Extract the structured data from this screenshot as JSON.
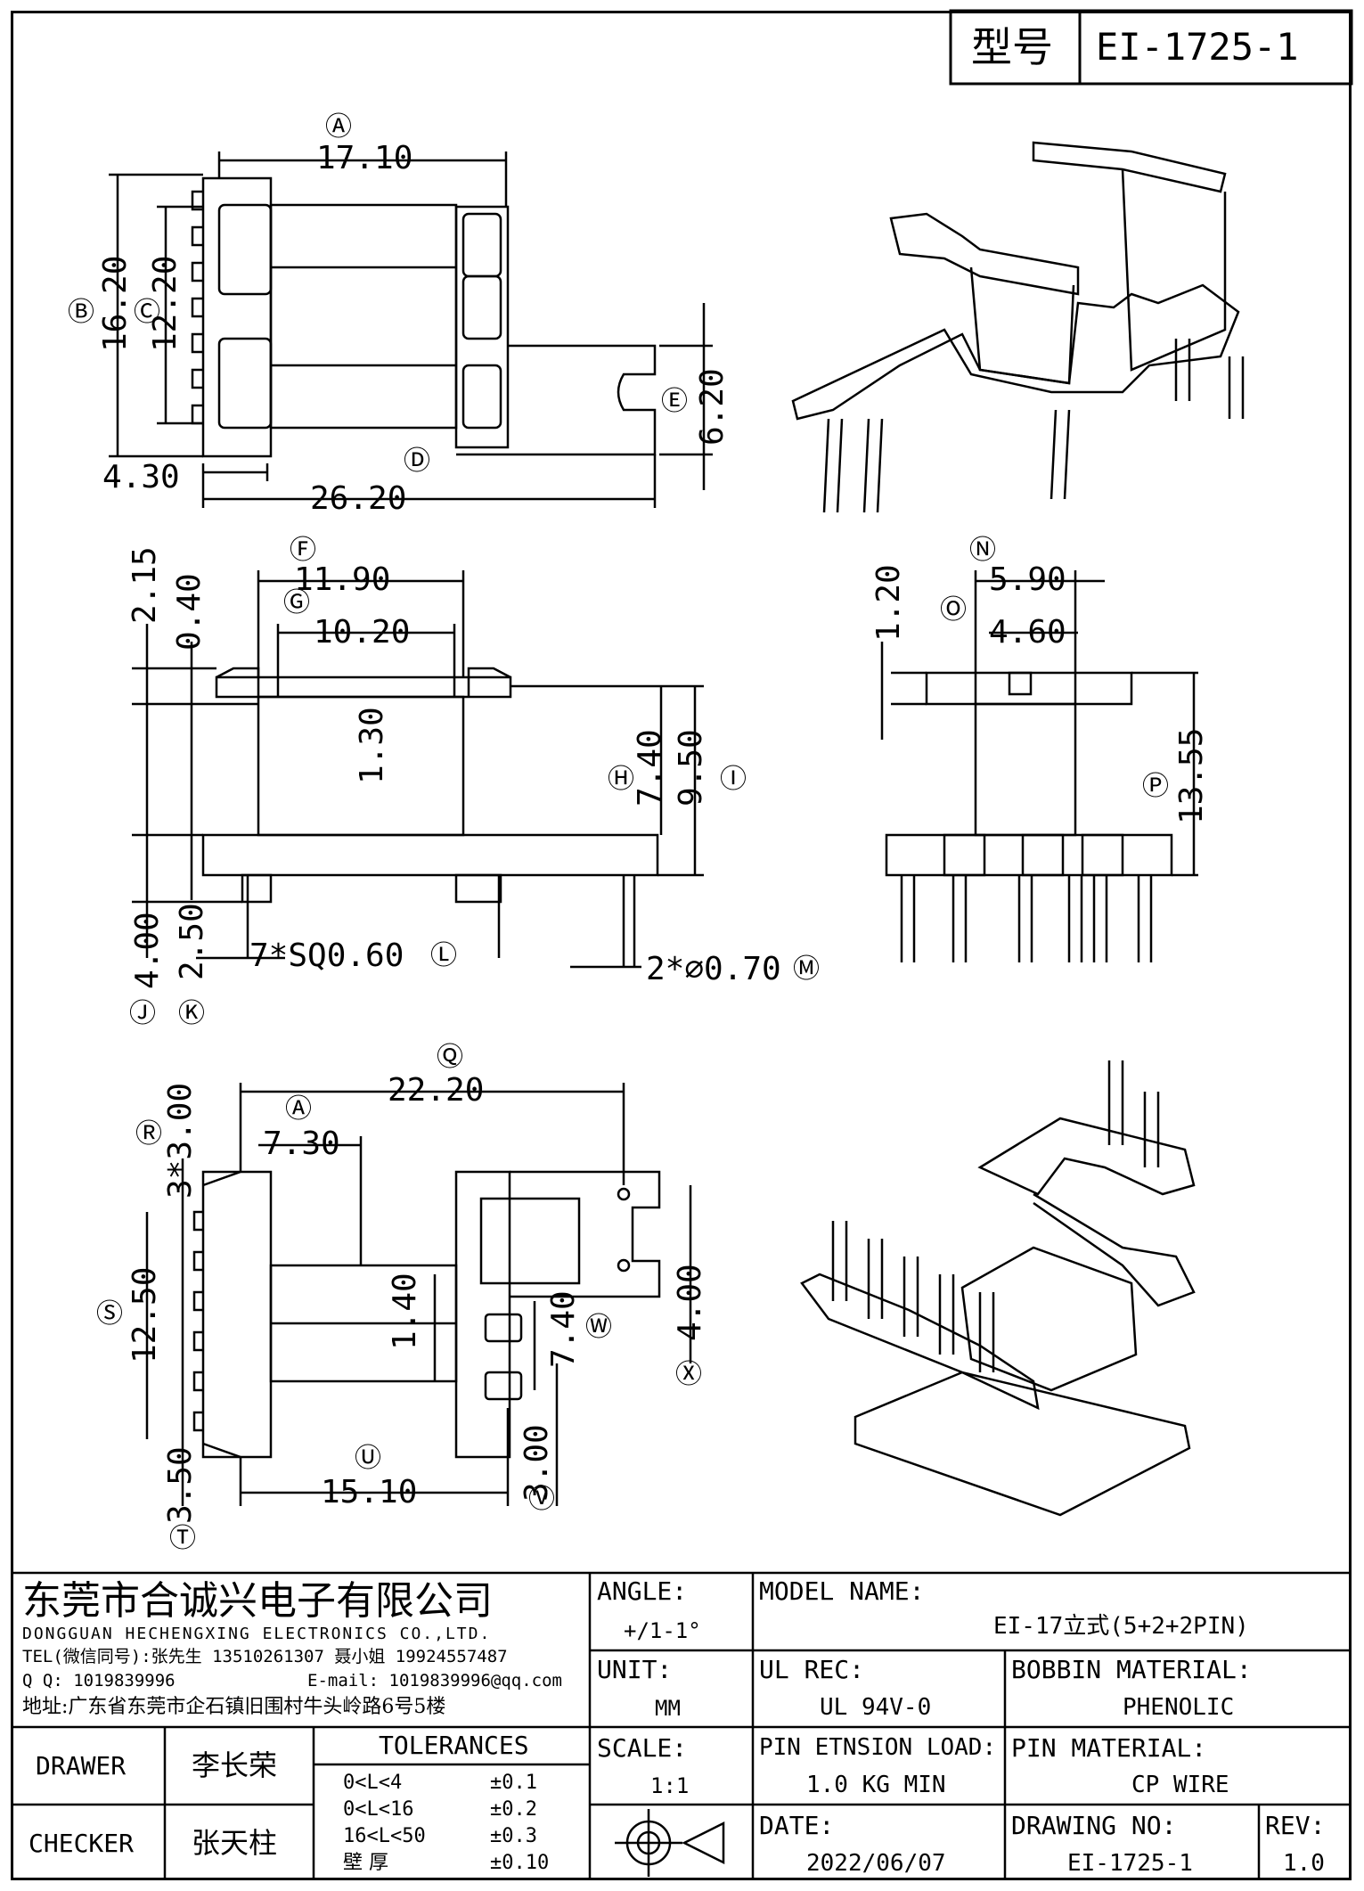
{
  "header": {
    "label": "型号",
    "model": "EI-1725-1"
  },
  "dimensions": {
    "top_view": {
      "A": "17.10",
      "B": "16.20",
      "C": "12.20",
      "D": "26.20",
      "E": "6.20",
      "offset": "4.30"
    },
    "front_view": {
      "F": "11.90",
      "G": "10.20",
      "H": "7.40",
      "I": "9.50",
      "J": "4.00",
      "K": "2.50",
      "top1": "2.15",
      "top2": "0.40",
      "mid": "1.30",
      "L": "7*SQ0.60",
      "M": "2*⌀0.70"
    },
    "side_view": {
      "N": "5.90",
      "O": "4.60",
      "P": "13.55",
      "top": "1.20"
    },
    "bottom_view": {
      "Q": "22.20",
      "A": "7.30",
      "R": "3*3.00",
      "S": "12.50",
      "T": "3.50",
      "U": "15.10",
      "V": "3.00",
      "W": "7.40",
      "X": "4.00",
      "mid": "1.40"
    },
    "markers": {
      "A": "Ⓐ",
      "B": "Ⓑ",
      "C": "Ⓒ",
      "D": "Ⓓ",
      "E": "Ⓔ",
      "F": "Ⓕ",
      "G": "Ⓖ",
      "H": "Ⓗ",
      "I": "Ⓘ",
      "J": "Ⓙ",
      "K": "Ⓚ",
      "L": "Ⓛ",
      "M": "Ⓜ",
      "N": "Ⓝ",
      "O": "Ⓞ",
      "P": "Ⓟ",
      "Q": "Ⓠ",
      "R": "Ⓡ",
      "S": "Ⓢ",
      "T": "Ⓣ",
      "U": "Ⓤ",
      "V": "Ⓥ",
      "W": "Ⓦ",
      "X": "Ⓧ"
    }
  },
  "title_block": {
    "company_cn": "东莞市合诚兴电子有限公司",
    "company_en": "DONGGUAN HECHENGXING ELECTRONICS CO.,LTD.",
    "tel": "TEL(微信同号):张先生 13510261307 聂小姐 19924557487",
    "qq": "Q Q: 1019839996",
    "email": "E-mail: 1019839996@qq.com",
    "address": "地址:广东省东莞市企石镇旧围村牛头岭路6号5楼",
    "angle_label": "ANGLE:",
    "angle_value": "+/1-1°",
    "unit_label": "UNIT:",
    "unit_value": "MM",
    "scale_label": "SCALE:",
    "scale_value": "1:1",
    "model_label": "MODEL NAME:",
    "model_value": "EI-17立式(5+2+2PIN)",
    "ul_label": "UL REC:",
    "ul_value": "UL 94V-0",
    "bobbin_label": "BOBBIN MATERIAL:",
    "bobbin_value": "PHENOLIC",
    "pin_ext_label": "PIN ETNSION LOAD:",
    "pin_ext_value": "1.0 KG MIN",
    "pin_mat_label": "PIN MATERIAL:",
    "pin_mat_value": "CP WIRE",
    "date_label": "DATE:",
    "date_value": "2022/06/07",
    "drawing_no_label": "DRAWING NO:",
    "drawing_no_value": "EI-1725-1",
    "rev_label": "REV:",
    "rev_value": "1.0",
    "drawer_label": "DRAWER",
    "drawer_value": "李长荣",
    "checker_label": "CHECKER",
    "checker_value": "张天柱",
    "tolerances_label": "TOLERANCES",
    "tolerances": [
      {
        "range": "0<L<4",
        "value": "±0.1"
      },
      {
        "range": "0<L<16",
        "value": "±0.2"
      },
      {
        "range": "16<L<50",
        "value": "±0.3"
      },
      {
        "range": "壁   厚",
        "value": "±0.10"
      }
    ]
  }
}
